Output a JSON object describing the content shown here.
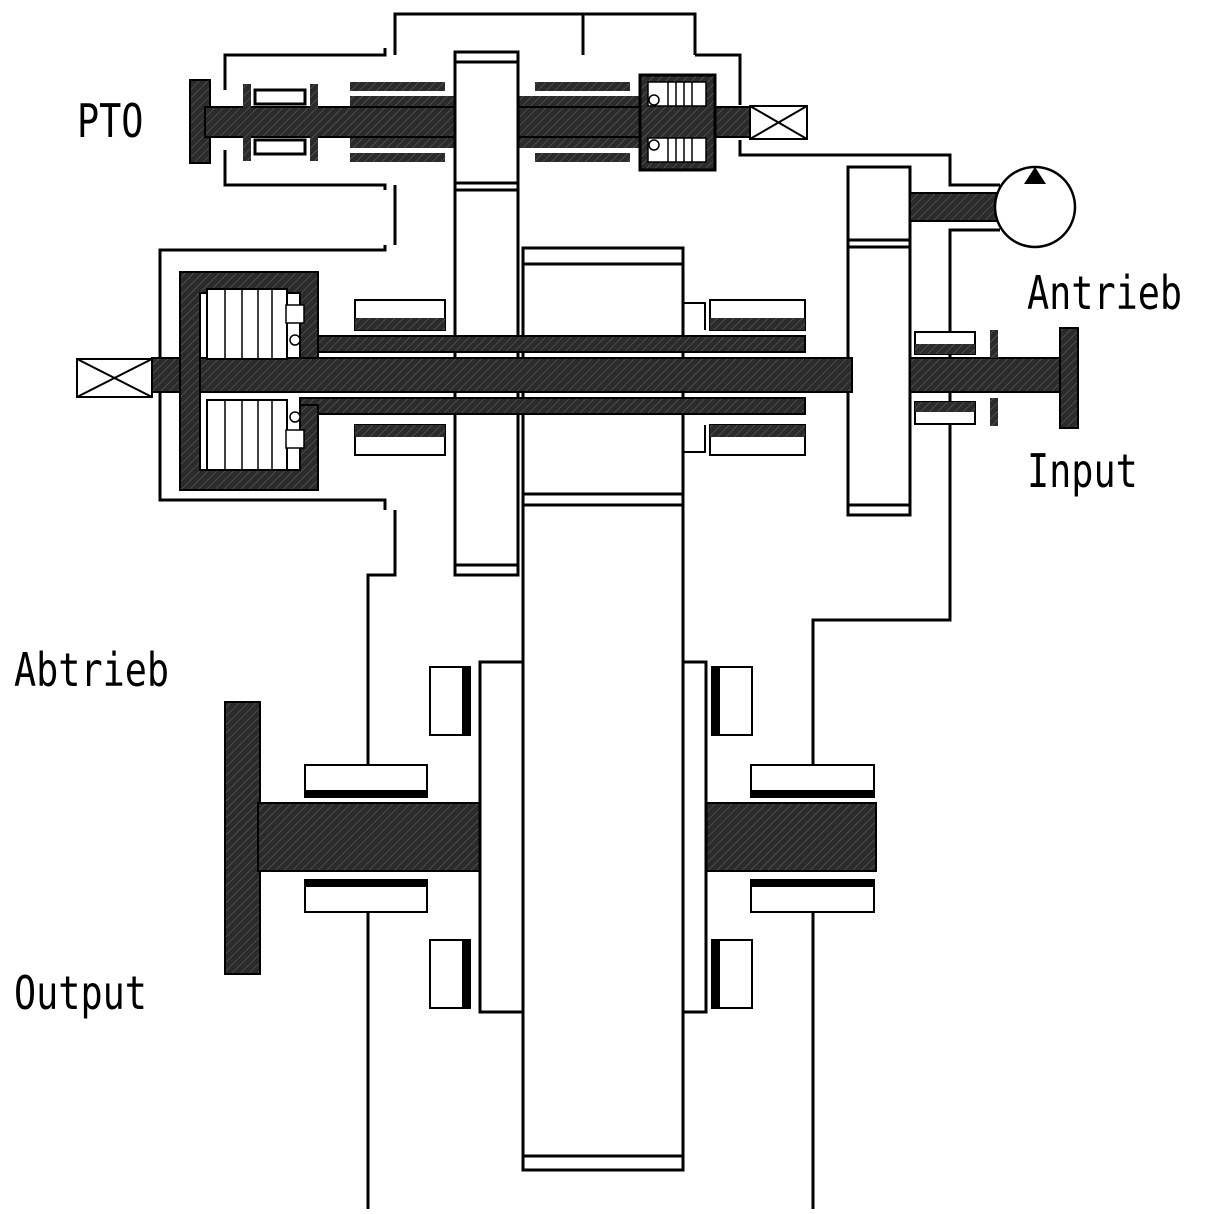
{
  "labels": {
    "pto": "PTO",
    "antrieb": "Antrieb",
    "input": "Input",
    "abtrieb": "Abtrieb",
    "output": "Output"
  },
  "colors": {
    "line": "#000000",
    "hatch_fill": "#2a2a2a",
    "background": "#ffffff"
  },
  "icons": [
    "pump-icon",
    "coupling-cross-icon"
  ]
}
